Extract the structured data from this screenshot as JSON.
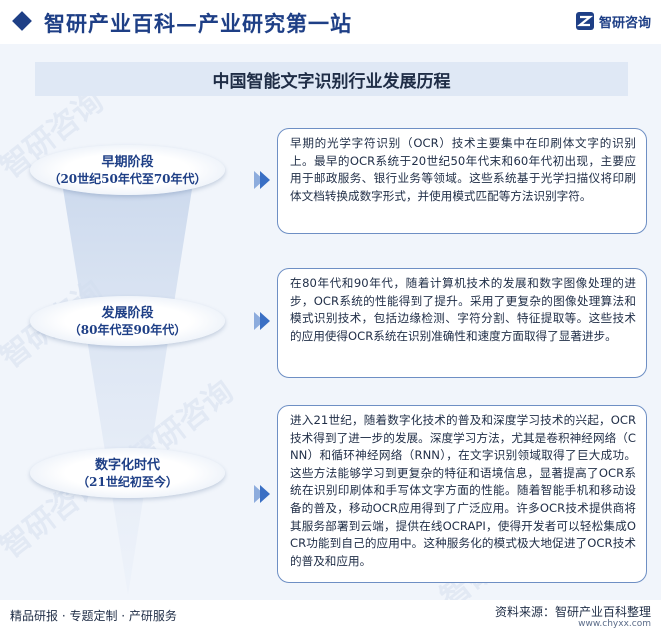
{
  "header": {
    "site_title": "智研产业百科—产业研究第一站",
    "brand_name": "智研咨询"
  },
  "title": "中国智能文字识别行业发展历程",
  "watermark": "智研咨询",
  "stages": [
    {
      "name": "早期阶段",
      "period": "（20世纪50年代至70年代）",
      "description": "早期的光学字符识别（OCR）技术主要集中在印刷体文字的识别上。最早的OCR系统于20世纪50年代末和60年代初出现，主要应用于邮政服务、银行业务等领域。这些系统基于光学扫描仪将印刷体文档转换成数字形式，并使用模式匹配等方法识别字符。"
    },
    {
      "name": "发展阶段",
      "period": "（80年代至90年代）",
      "description": "在80年代和90年代，随着计算机技术的发展和数字图像处理的进步，OCR系统的性能得到了提升。采用了更复杂的图像处理算法和模式识别技术，包括边缘检测、字符分割、特征提取等。这些技术的应用使得OCR系统在识别准确性和速度方面取得了显著进步。"
    },
    {
      "name": "数字化时代",
      "period": "（21世纪初至今）",
      "description": "进入21世纪，随着数字化技术的普及和深度学习技术的兴起，OCR技术得到了进一步的发展。深度学习方法，尤其是卷积神经网络（CNN）和循环神经网络（RNN），在文字识别领域取得了巨大成功。这些方法能够学习到更复杂的特征和语境信息，显著提高了OCR系统在识别印刷体和手写体文字方面的性能。随着智能手机和移动设备的普及，移动OCR应用得到了广泛应用。许多OCR技术提供商将其服务部署到云端，提供在线OCRAPI，使得开发者可以轻松集成OCR功能到自己的应用中。这种服务化的模式极大地促进了OCR技术的普及和应用。"
    }
  ],
  "footer": {
    "left_text": "精品研报 · 专题定制 · 产研服务",
    "source": "资料来源：智研产业百科整理",
    "url": "www.chyxx.com"
  },
  "colors": {
    "primary": "#1e3f86",
    "band": "#f1f5fb",
    "title_bar": "#dfe8f5",
    "box_border": "#6e8fc4",
    "arrow": "#3a6fc4"
  }
}
